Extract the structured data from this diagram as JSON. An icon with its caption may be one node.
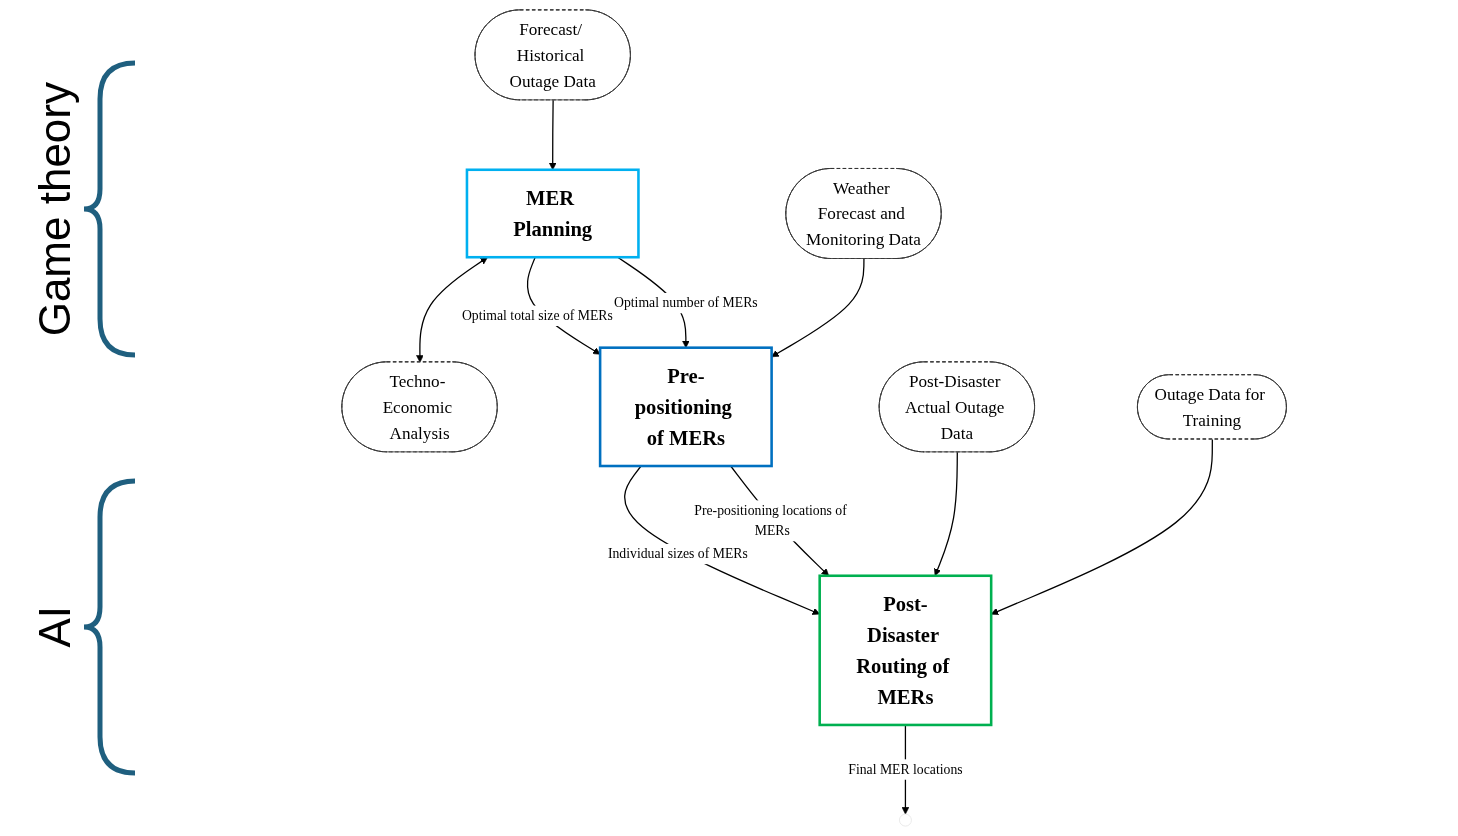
{
  "diagram": {
    "nodes": [
      {
        "text": [
          "Forecast/ Historical Outage Data"
        ]
      },
      {
        "text": [
          "MER Planning"
        ]
      },
      {
        "text": [
          "Techno- Economic Analysis"
        ]
      },
      {
        "text": [
          "Weather Forecast and Monitoring Data"
        ]
      },
      {
        "text": [
          "Pre-positioning of MERs"
        ]
      },
      {
        "text": [
          "Post-Disaster Actual Outage Data"
        ]
      },
      {
        "text": [
          "Post-Disaster Routing of MERs"
        ]
      },
      {
        "text": [
          "Outage Data for Training"
        ]
      }
    ],
    "edges": [
      {
        "from": 0,
        "to": 1,
        "arrow": "to"
      },
      {
        "from": 1,
        "to": 2,
        "arrow": "both"
      },
      {
        "from": 1,
        "to": 4,
        "arrow": "to",
        "label": "Optimal total size of MERs"
      },
      {
        "from": 1,
        "to": 4,
        "arrow": "to",
        "label": "Optimal number of MERs"
      },
      {
        "from": 3,
        "to": 4,
        "arrow": "to"
      },
      {
        "from": 4,
        "to": 6,
        "arrow": "to",
        "label": "Individual sizes of MERs"
      },
      {
        "from": 4,
        "to": 6,
        "arrow": "to",
        "label": "Pre-positioning locations of MERs"
      },
      {
        "from": 5,
        "to": 6,
        "arrow": "to"
      },
      {
        "from": 7,
        "to": 6,
        "arrow": "to"
      },
      {
        "from": 6,
        "to": null,
        "arrow": "to",
        "label": "Final MER locations"
      }
    ],
    "labels": [
      "Game theory",
      "AI"
    ]
  }
}
